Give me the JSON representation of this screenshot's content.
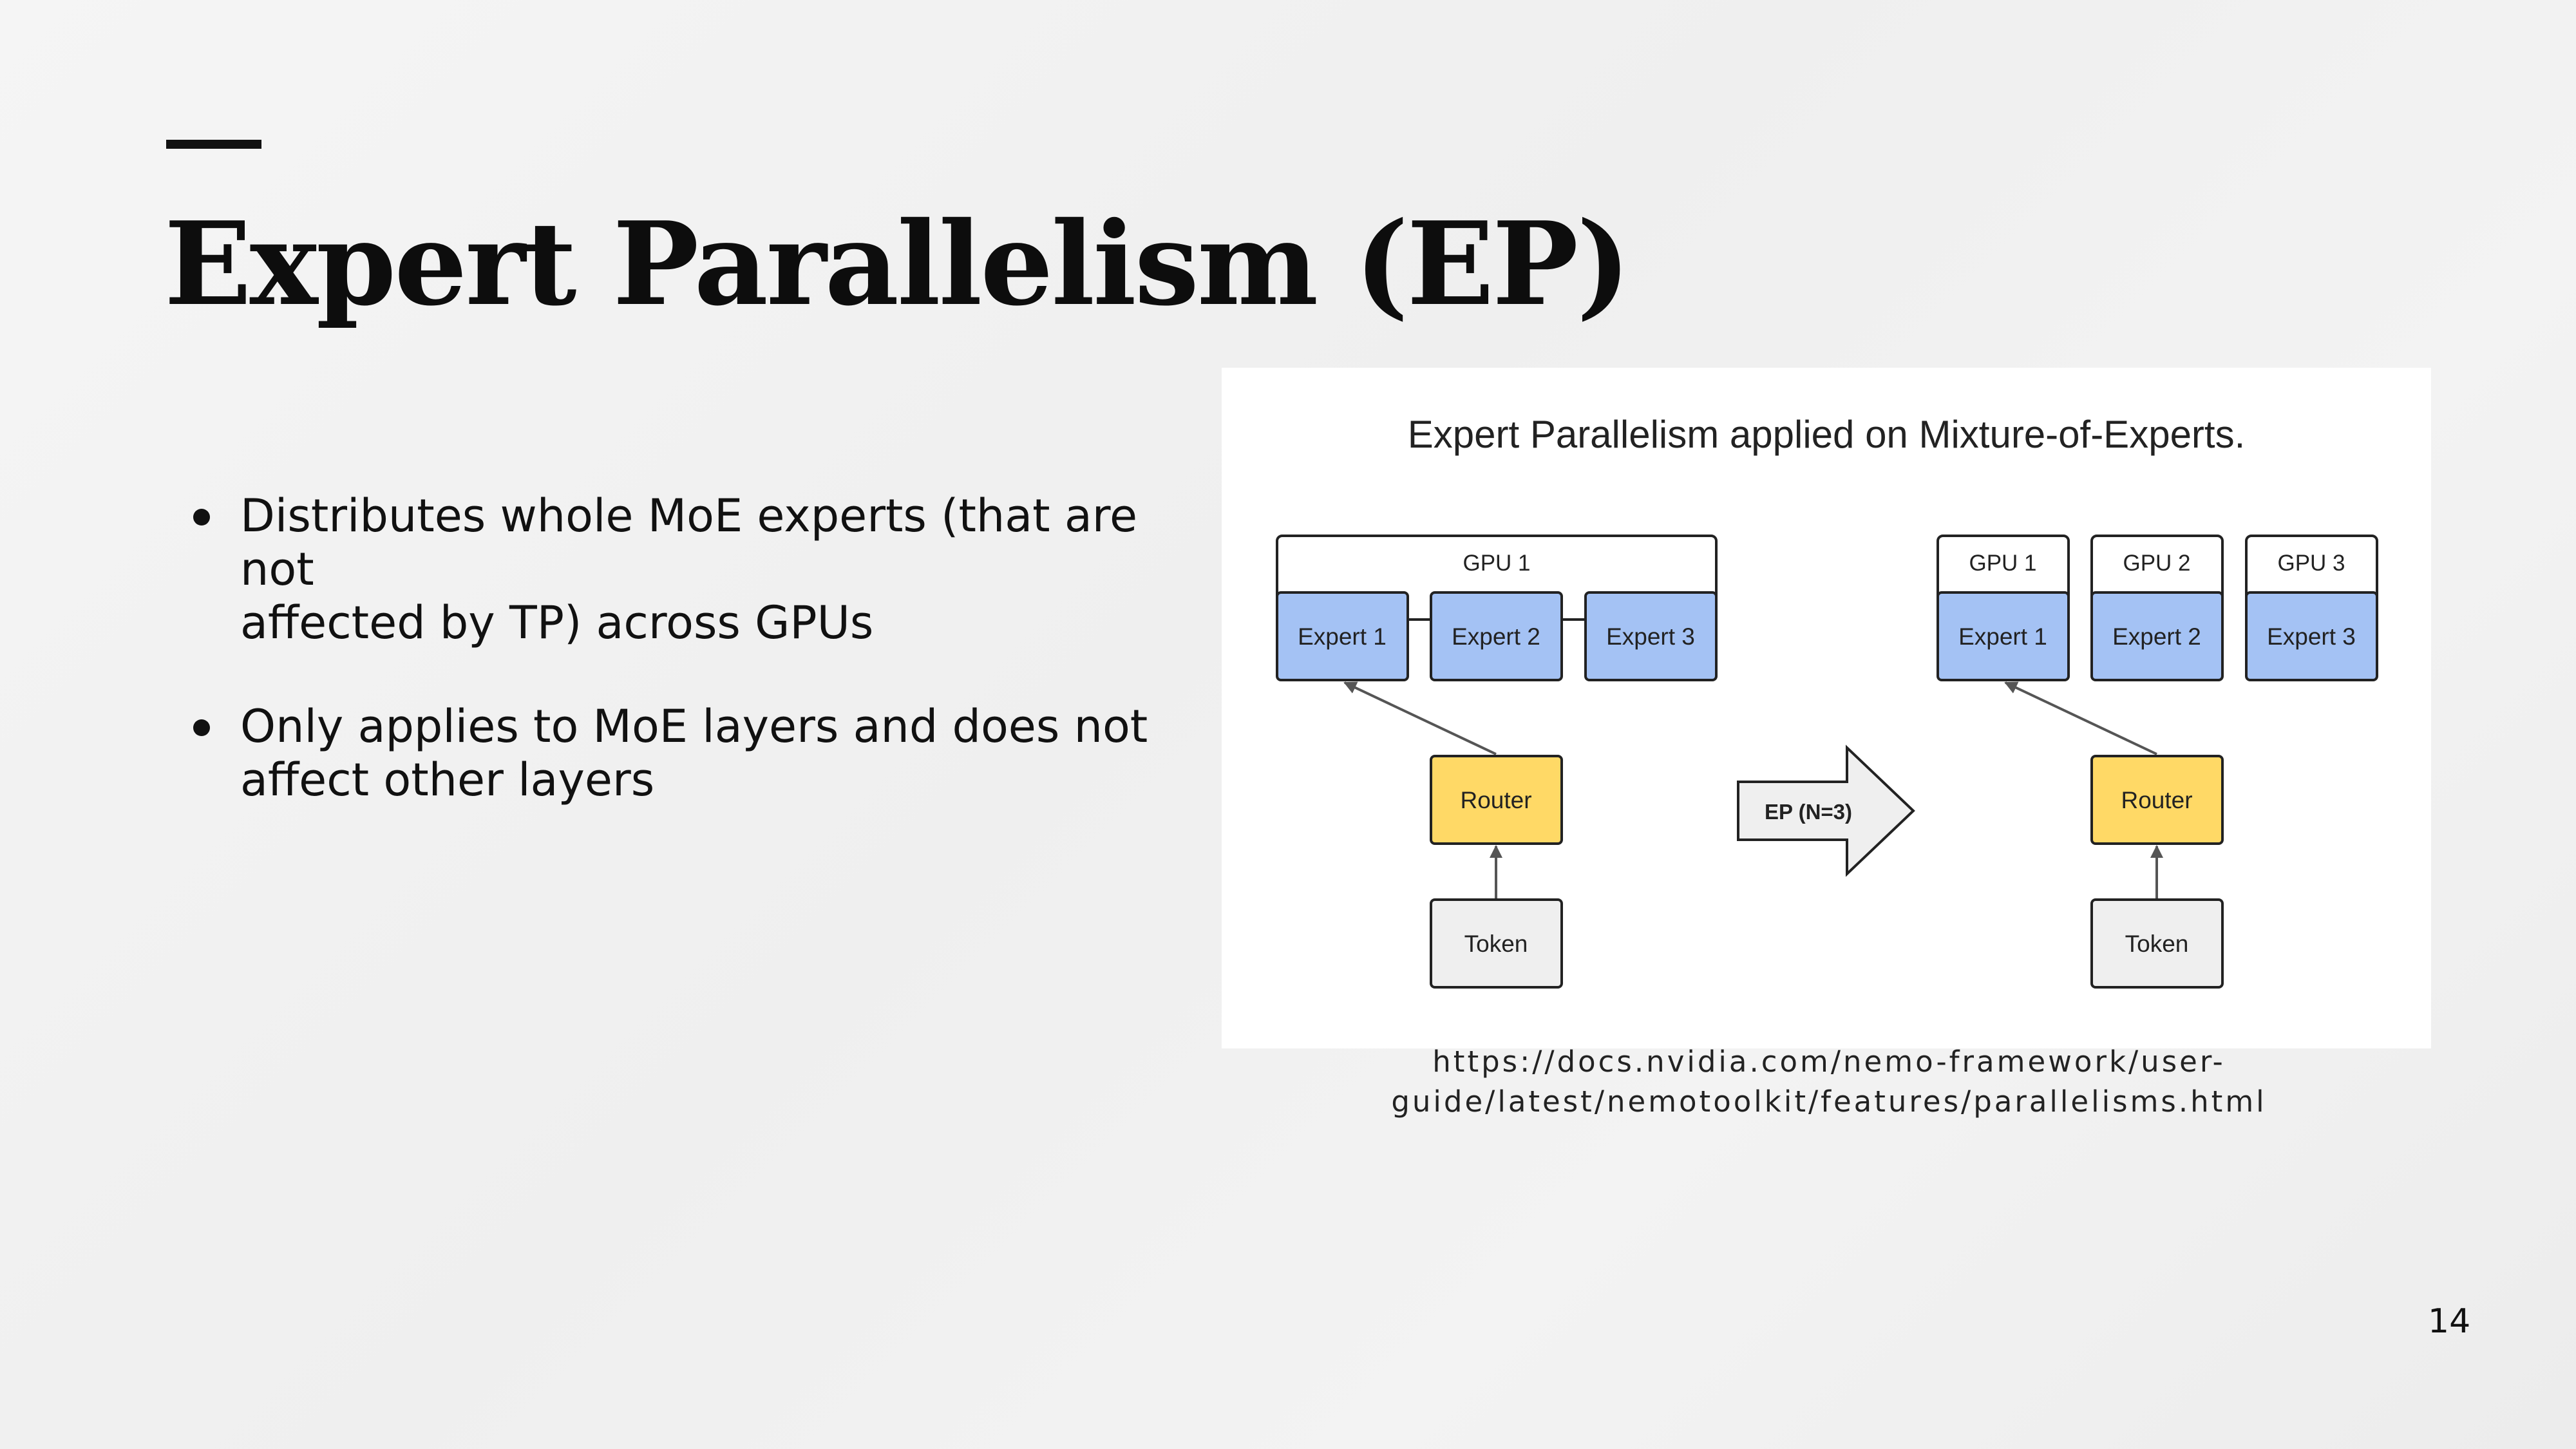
{
  "slide": {
    "title": "Expert Parallelism (EP)",
    "page_number": "14",
    "bullets": [
      {
        "line1": "Distributes whole MoE experts (that are not",
        "line2": "affected by TP) across GPUs"
      },
      {
        "line1": "Only applies to MoE layers and does not",
        "line2": "affect other layers"
      }
    ],
    "caption": {
      "line1": "https://docs.nvidia.com/nemo-framework/user-",
      "line2": "guide/latest/nemotoolkit/features/parallelisms.html"
    }
  },
  "diagram": {
    "title": "Expert Parallelism applied on Mixture-of-Experts.",
    "left": {
      "gpu_label": "GPU 1",
      "experts": [
        "Expert 1",
        "Expert 2",
        "Expert 3"
      ],
      "router": "Router",
      "token": "Token"
    },
    "arrow_label": "EP (N=3)",
    "right": {
      "gpu_labels": [
        "GPU 1",
        "GPU 2",
        "GPU 3"
      ],
      "experts": [
        "Expert 1",
        "Expert 2",
        "Expert 3"
      ],
      "router": "Router",
      "token": "Token"
    },
    "colors": {
      "expert": "#a4c2f4",
      "router": "#ffd966",
      "token": "#efefef",
      "gpu": "#ffffff",
      "stroke": "#222222"
    }
  }
}
